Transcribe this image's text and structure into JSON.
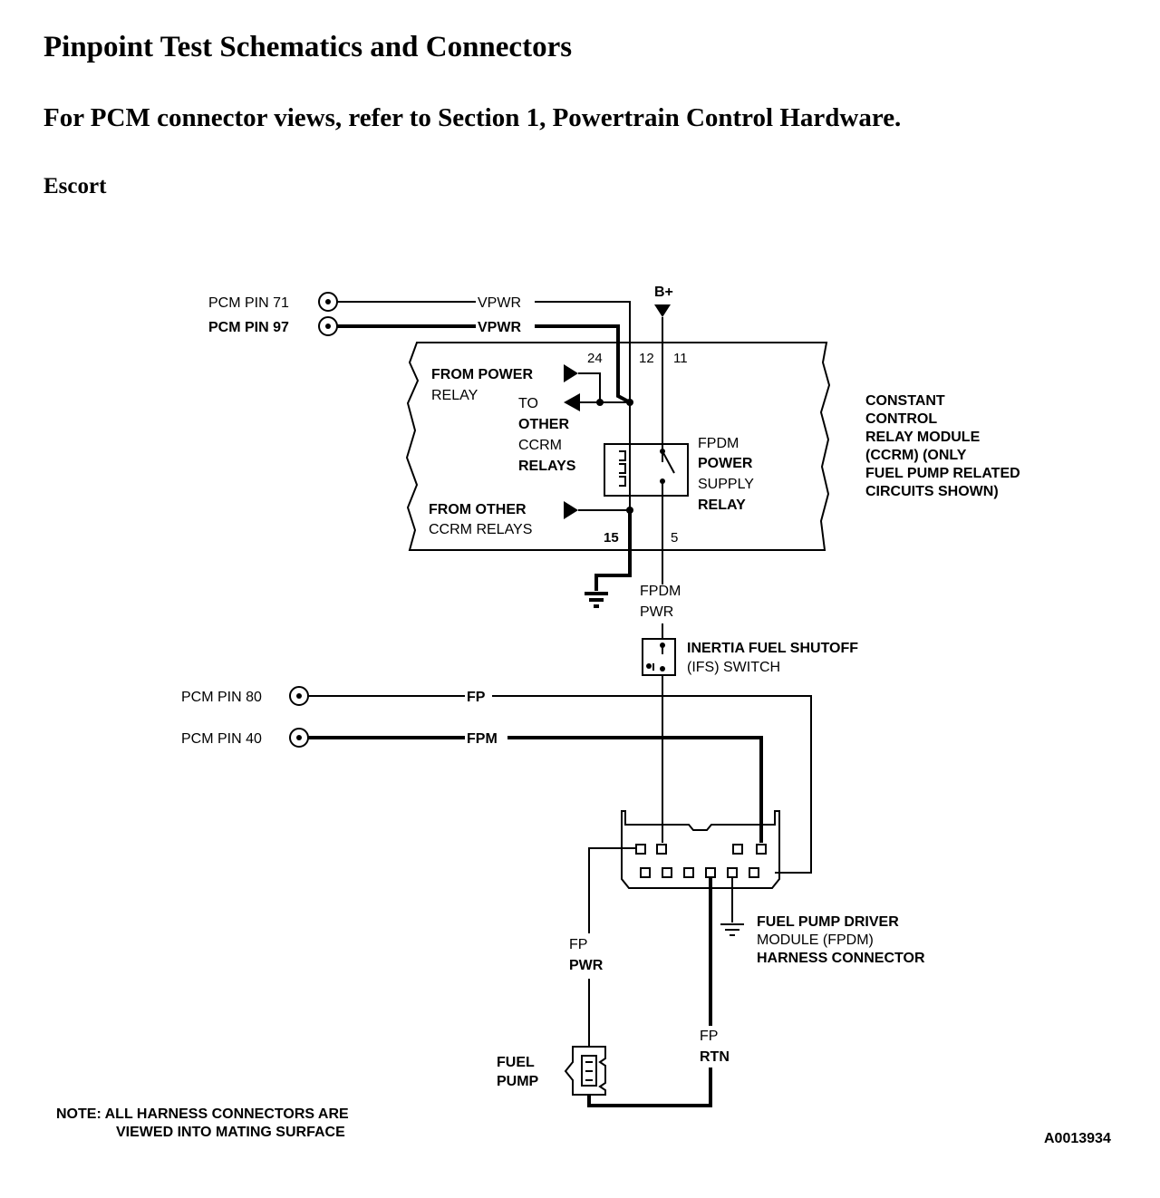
{
  "document": {
    "title": "Pinpoint Test Schematics and Connectors",
    "subtitle": "For PCM connector views, refer to Section 1, Powertrain Control Hardware.",
    "section": "Escort"
  },
  "schematic": {
    "pcm_pin_71": "PCM PIN 71",
    "pcm_pin_97": "PCM PIN 97",
    "pcm_pin_80": "PCM PIN 80",
    "pcm_pin_40": "PCM PIN 40",
    "wire_vpwr": "VPWR",
    "wire_fp": "FP",
    "wire_fpm": "FPM",
    "battery": "B+",
    "pin_24": "24",
    "pin_12": "12",
    "pin_11": "11",
    "pin_15": "15",
    "pin_5": "5",
    "from_power_relay": [
      "FROM POWER",
      "RELAY"
    ],
    "to_other_ccrm_relays": [
      "TO",
      "OTHER",
      "CCRM",
      "RELAYS"
    ],
    "from_other_ccrm_relays": [
      "FROM OTHER",
      "CCRM RELAYS"
    ],
    "fpdm_power_supply_relay": [
      "FPDM",
      "POWER",
      "SUPPLY",
      "RELAY"
    ],
    "ccrm_label": [
      "CONSTANT",
      "CONTROL",
      "RELAY MODULE",
      "(CCRM) (ONLY",
      "FUEL PUMP RELATED",
      "CIRCUITS SHOWN)"
    ],
    "fpdm_pwr": [
      "FPDM",
      "PWR"
    ],
    "ifs_switch": [
      "INERTIA FUEL SHUTOFF",
      "(IFS) SWITCH"
    ],
    "fpdm_connector": [
      "FUEL PUMP DRIVER",
      "MODULE (FPDM)",
      "HARNESS CONNECTOR"
    ],
    "fp_pwr": [
      "FP",
      "PWR"
    ],
    "fp_rtn": [
      "FP",
      "RTN"
    ],
    "fuel_pump": [
      "FUEL",
      "PUMP"
    ],
    "note": [
      "NOTE: ALL HARNESS CONNECTORS ARE",
      "VIEWED INTO MATING SURFACE"
    ],
    "figure_id": "A0013934"
  }
}
